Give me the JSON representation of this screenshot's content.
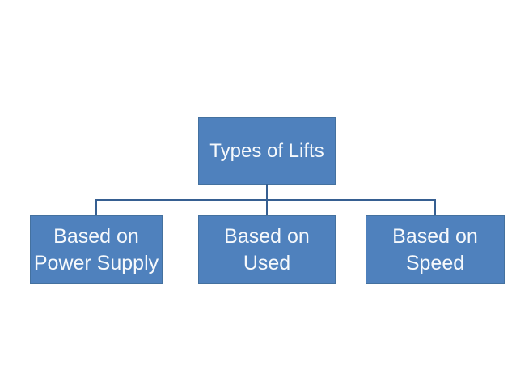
{
  "diagram": {
    "type": "org-chart",
    "root": {
      "id": "types-of-lifts",
      "label": "Types of Lifts"
    },
    "children": [
      {
        "id": "based-on-power-supply",
        "label_line1": "Based on",
        "label_line2": "Power Supply"
      },
      {
        "id": "based-on-used",
        "label_line1": "Based on",
        "label_line2": "Used"
      },
      {
        "id": "based-on-speed",
        "label_line1": "Based on",
        "label_line2": "Speed"
      }
    ],
    "colors": {
      "box_fill": "#4f81bd",
      "box_border": "#44719f",
      "connector": "#365f91",
      "text": "#f6f9fc",
      "background": "#ffffff"
    }
  }
}
